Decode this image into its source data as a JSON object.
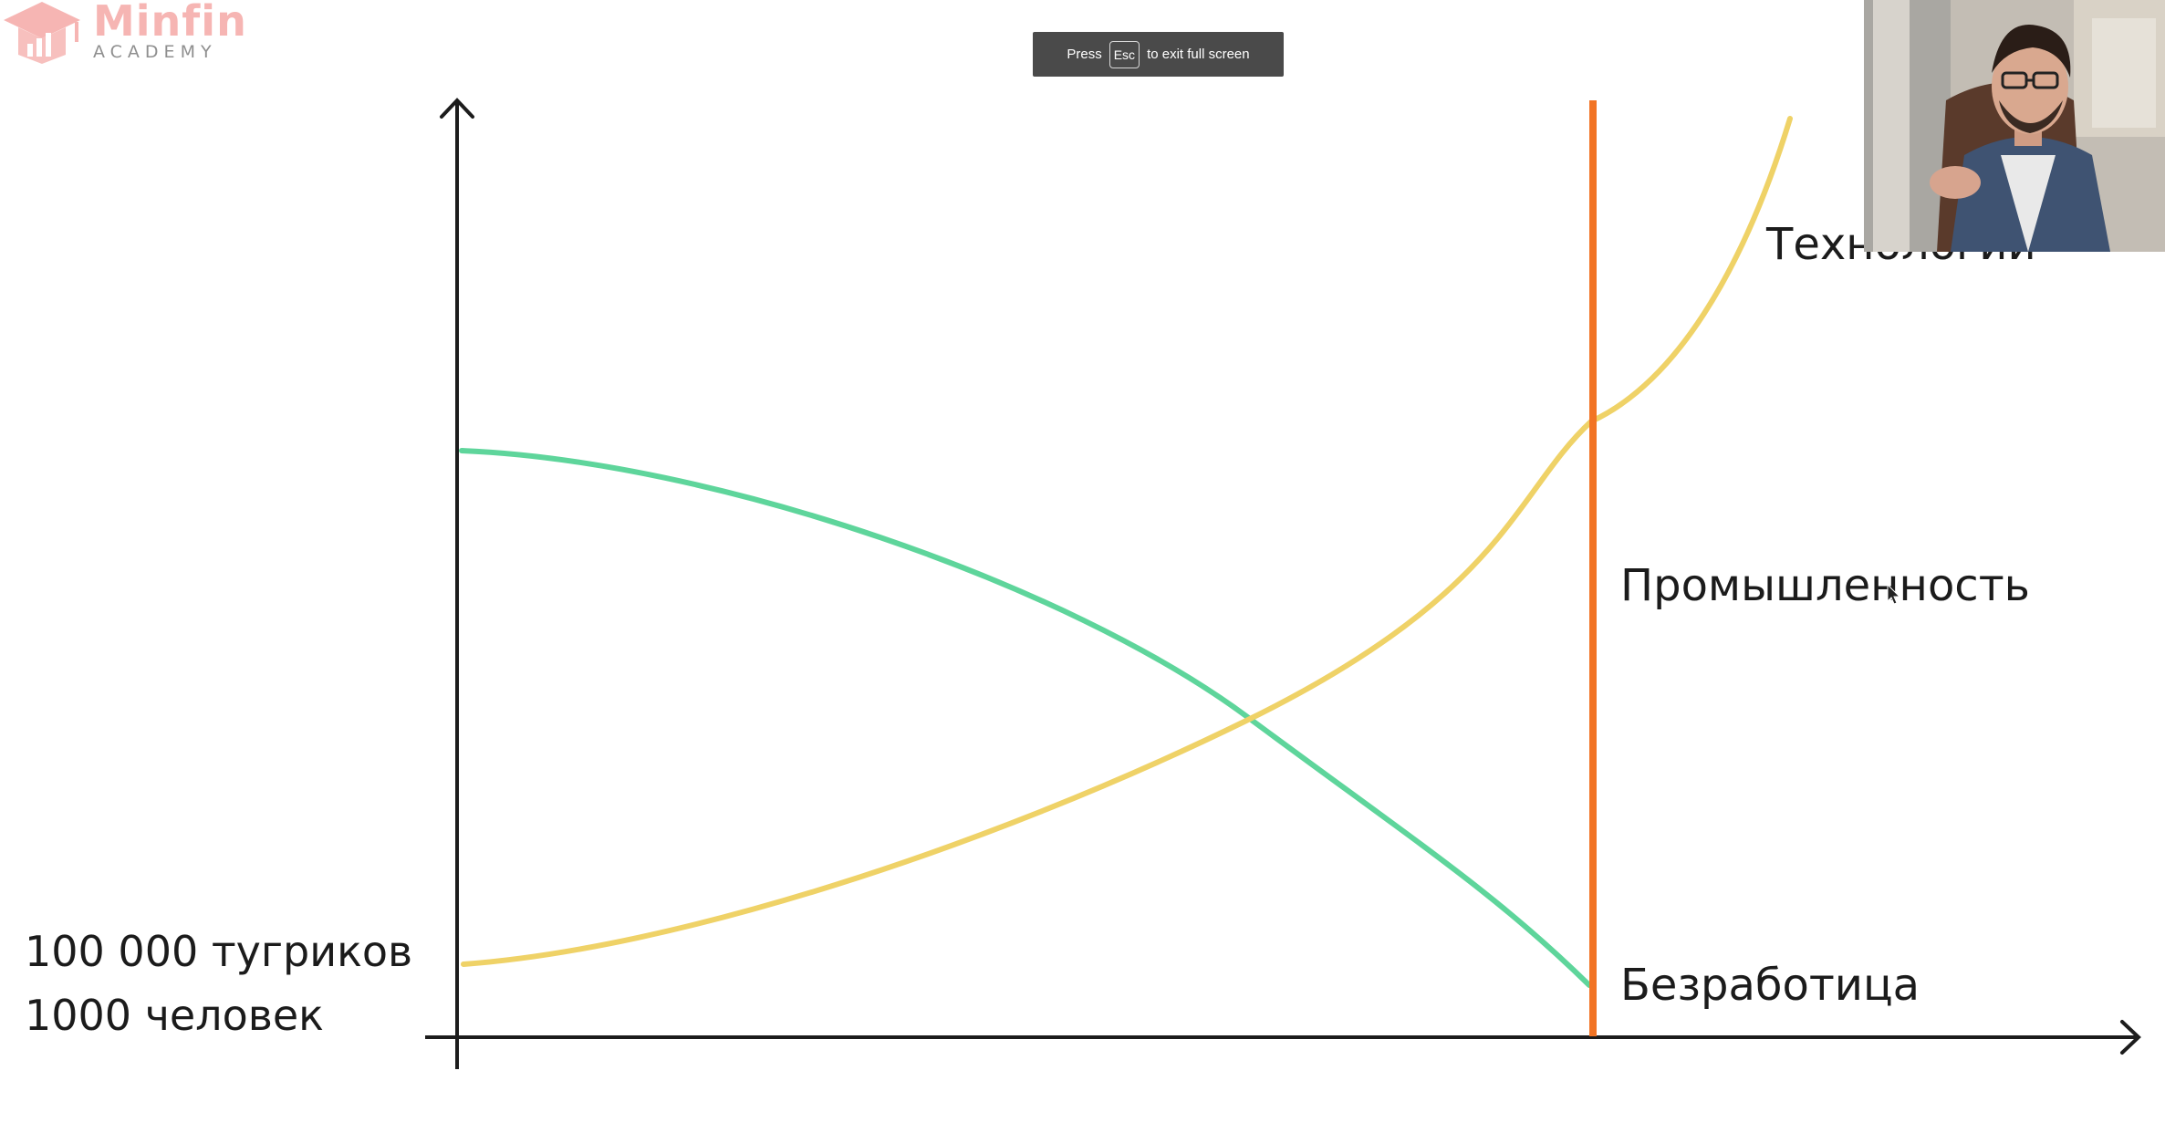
{
  "logo": {
    "brand": "Minfin",
    "sub": "ACADEMY",
    "color": "#f6b5b3"
  },
  "fullscreen_notice": {
    "press": "Press",
    "key": "Esc",
    "suffix": "to exit full screen"
  },
  "slide": {
    "left_label_line1": "100 000 тугриков",
    "left_label_line2": "1000 человек",
    "label_top": "Технологии",
    "label_middle": "Промышленность",
    "label_bottom": "Безработица"
  },
  "colors": {
    "axis": "#1c1c1c",
    "green_curve": "#5ed59b",
    "yellow_curve": "#efd267",
    "orange_line": "#f27424"
  },
  "webcam": {
    "icon": "presenter-video"
  }
}
